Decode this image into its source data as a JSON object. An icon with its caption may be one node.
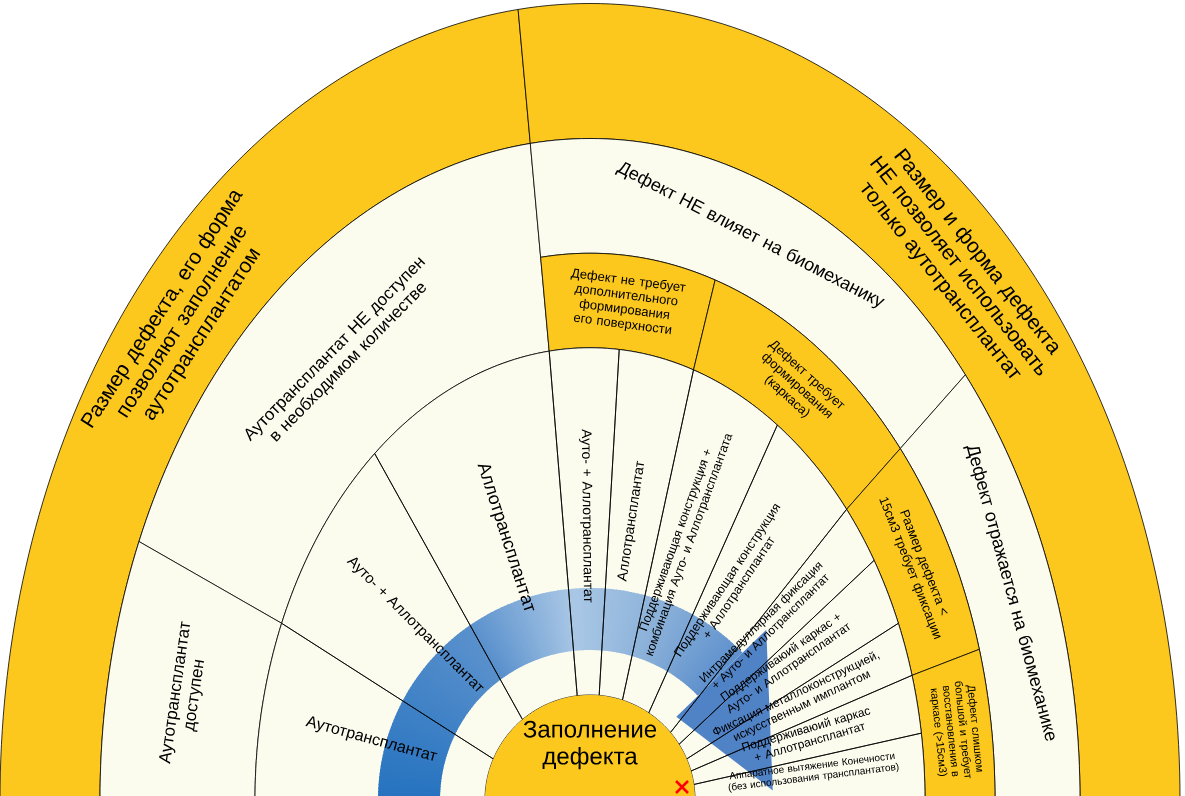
{
  "diagram": {
    "nodes": [
      {
        "text": [
          "Размер дефекта, его форма позволяют заполнение аутотрансплантатом"
        ]
      },
      {
        "text": [
          "Размер и форма дефекта НЕ позволяет использовать только аутотрансплантат"
        ]
      },
      {
        "text": [
          "Аутотрансплантат НЕ доступен в необходимом количестве"
        ]
      },
      {
        "text": [
          "Аутотрансплантат доступен"
        ]
      },
      {
        "text": [
          "Дефект НЕ влияет на биомеханику"
        ]
      },
      {
        "text": [
          "Дефект отражается на биомеханике"
        ]
      },
      {
        "text": [
          "Дефект не требует дополнительного формирования его поверхности"
        ]
      },
      {
        "text": [
          "Дефект требует формирования (каркаса)"
        ]
      },
      {
        "text": [
          "Размер дефекта < 15см3 требует фиксации"
        ]
      },
      {
        "text": [
          "Дефект слишком большой и требует восстановления в каркасе (>15см3)"
        ]
      },
      {
        "text": [
          "Аутотрансплантат"
        ]
      },
      {
        "text": [
          "Ауто- + Аллотрансплантат"
        ]
      },
      {
        "text": [
          "Аллотрансплантат"
        ]
      },
      {
        "text": [
          "Ауто- + Аллотрансплантат"
        ]
      },
      {
        "text": [
          "Аллотрансплантат"
        ]
      },
      {
        "text": [
          "Поддерживающая конструкция + комбинация Ауто- и Аллотрансплантата"
        ]
      },
      {
        "text": [
          "Поддерживающая конструкция + Аллотрансплантат"
        ]
      },
      {
        "text": [
          "Интрамедуллярная фиксация + Ауто- и Аллотрансплантат"
        ]
      },
      {
        "text": [
          "Поддерживаюий каркас + Ауто- и Аллотрансплантат"
        ]
      },
      {
        "text": [
          "Фиксация металлоконструкцией, искусственным имплантом"
        ]
      },
      {
        "text": [
          "Поддерживаюий каркас + Аллотрансплантат"
        ]
      },
      {
        "text": [
          "Аппаратное вытяжение Конечности (без использования трансплантатов)"
        ]
      },
      {
        "text": [
          "Заполнение дефекта"
        ]
      }
    ]
  }
}
